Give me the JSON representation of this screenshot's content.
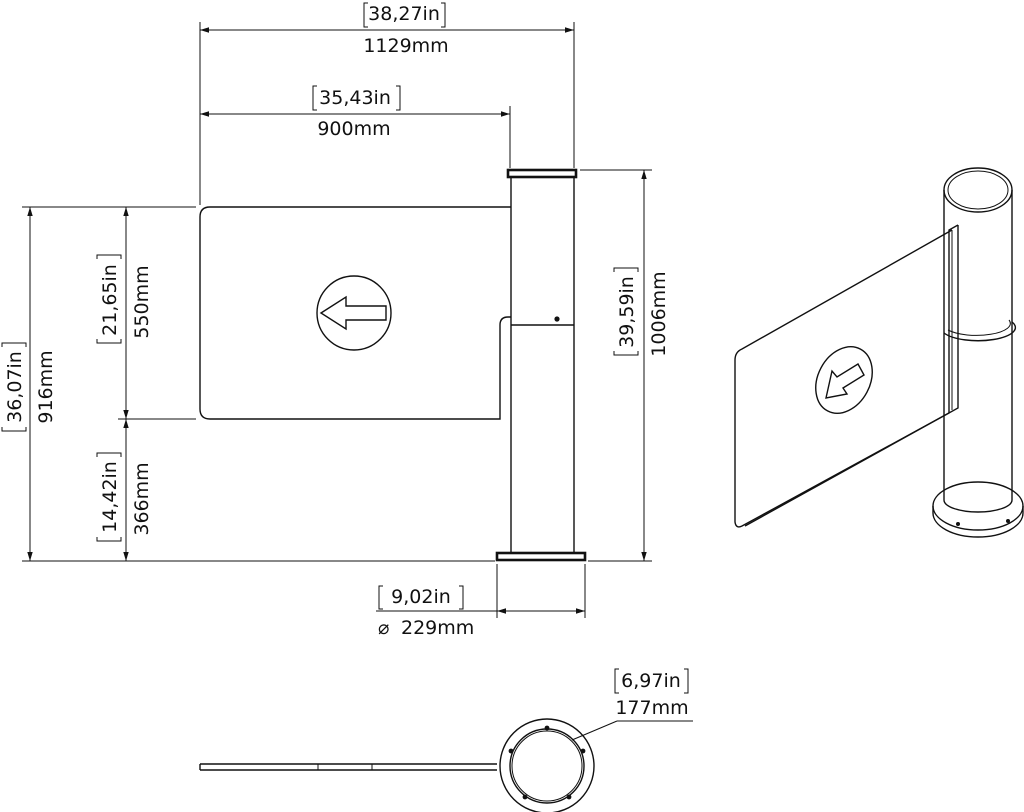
{
  "dims": {
    "overall_width": {
      "in": "38,27in",
      "mm": "1129mm"
    },
    "arm_width": {
      "in": "35,43in",
      "mm": "900mm"
    },
    "panel_height": {
      "in": "21,65in",
      "mm": "550mm"
    },
    "lower_height": {
      "in": "14,42in",
      "mm": "366mm"
    },
    "top_height": {
      "in": "36,07in",
      "mm": "916mm"
    },
    "post_height": {
      "in": "39,59in",
      "mm": "1006mm"
    },
    "base_diameter": {
      "in": "9,02in",
      "mm": "229mm",
      "symbol": "⌀"
    },
    "post_diameter": {
      "in": "6,97in",
      "mm": "177mm"
    }
  },
  "icons": {
    "panel_arrow": "left-arrow-icon"
  }
}
